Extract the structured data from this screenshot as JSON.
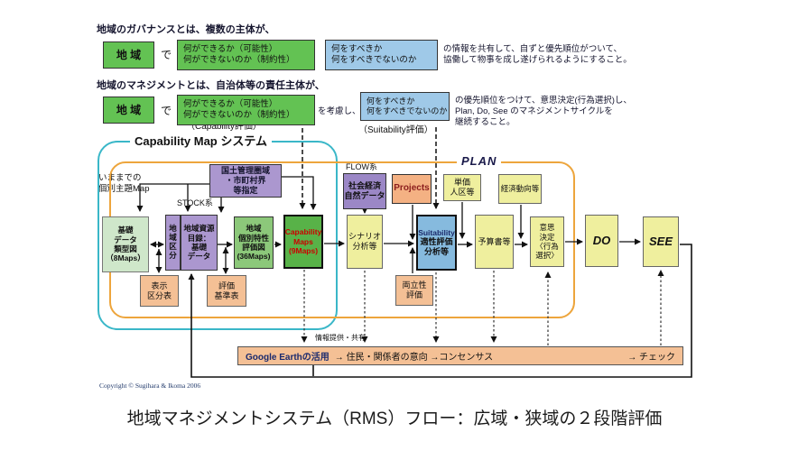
{
  "governance": {
    "heading": "地域のガバナンスとは、複数の主体が、",
    "region": "地 域",
    "connector": "で",
    "can_box": "何ができるか（可能性）\n何ができないのか（制約性）",
    "should_box": "何をすべきか\n何をすべきでないのか",
    "outcome": "の情報を共有して、自ずと優先順位がついて、\n協働して物事を成し遂げられるようにすること。"
  },
  "management": {
    "heading": "地域のマネジメントとは、自治体等の責任主体が、",
    "region": "地 域",
    "connector": "で",
    "can_box": "何ができるか（可能性）\n何ができないのか（制約性）",
    "consider": "を考慮し、",
    "should_box": "何をすべきか\n何をすべきでないのか",
    "outcome": "の優先順位をつけて、意思決定(行為選択)し、\nPlan, Do, See のマネジメントサイクルを\n継続すること。",
    "capability_eval": "（Capability評価）",
    "suitability_eval": "（Suitability評価）"
  },
  "diagram": {
    "system_title": "Capability Map システム",
    "plan_label": "PLAN",
    "legacy_maps_note": "いままでの\n個別主題Map",
    "stock_label": "STOCK系",
    "flow_label": "FLOW系",
    "info_share_label": "情報提供・共有",
    "boxes": {
      "land_mgmt_zone": "国土管理圏域\n・市町村界\n等指定",
      "base_data_maps": "基礎\nデータ\n類型図\n（8Maps）",
      "region_division": "地\n域\n区\n分",
      "regional_resources": "地域資源\n目録：\n基礎\nデータ",
      "individual_eval_maps": "地域\n個別特性\n評価図\n(36Maps)",
      "capability_maps": "Capability\nMaps\n(9Maps)",
      "display_class_table": "表示\n区分表",
      "eval_criteria_table": "評価\n基準表",
      "socio_economic": "社会経済\n自然データ",
      "projects": "Projects",
      "unit_price": "単価\n人区等",
      "economic_trends": "経済動向等",
      "scenario_analysis": "シナリオ\n分析等",
      "suitability_en": "Suitability",
      "suitability_jp": "適性評価\n分析等",
      "budget": "予算書等",
      "decision": "意思\n決定\n〈行為\n選択〉",
      "compatibility_eval": "両立性\n評価",
      "do_label": "DO",
      "see_label": "SEE"
    },
    "google_bar": {
      "lead": "Google Earthの活用",
      "middle": "→ 住民・関係者の意向 →コンセンサス",
      "check": "→ チェック"
    }
  },
  "colors": {
    "green_box": "#63c253",
    "blue_box": "#9fc9e8",
    "purple_box": "#ab97cf",
    "yellow_box": "#efef9e",
    "orange_box": "#f4c095",
    "capability_green": "#58b248",
    "suitability_blue": "#86bade",
    "light_green_box": "#cfe7ca",
    "cyan_border": "#3ab7c8",
    "plan_border": "#eda53c",
    "red_text": "#cc0000"
  },
  "copyright": "Copyright © Sugihara & Ikoma 2006",
  "caption": "地域マネジメントシステム（RMS）フロー：広域・狭域の２段階評価"
}
